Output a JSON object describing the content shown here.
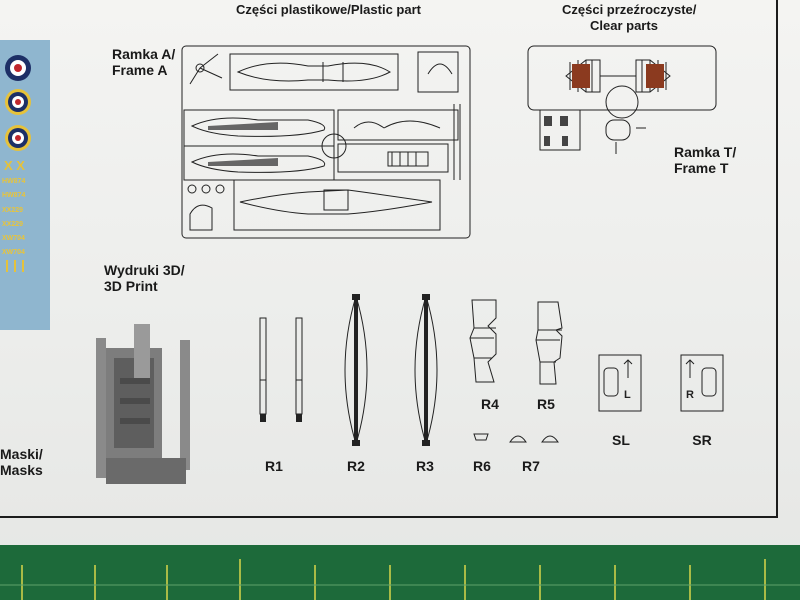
{
  "headings": {
    "plastic_part": "Części plastikowe/Plastic part",
    "clear_parts_line1": "Części przeźroczyste/",
    "clear_parts_line2": "Clear parts"
  },
  "frames": {
    "frame_a_line1": "Ramka A/",
    "frame_a_line2": "Frame A",
    "frame_t_line1": "Ramka T/",
    "frame_t_line2": "Frame T"
  },
  "print_section": {
    "line1": "Wydruki 3D/",
    "line2": "3D Print"
  },
  "masks_section": {
    "line1": "Maski/",
    "line2": "Masks"
  },
  "decal_strip": [
    "HW874",
    "HW874",
    "XX229",
    "XX229",
    "XW704",
    "XW704"
  ],
  "part_labels": {
    "r1": "R1",
    "r2": "R2",
    "r3": "R3",
    "r4": "R4",
    "r5": "R5",
    "r6": "R6",
    "r7": "R7",
    "sl": "SL",
    "sr": "SR"
  },
  "mask_letters": {
    "left": "L",
    "right": "R"
  },
  "colors": {
    "paper": "#efefed",
    "ink": "#1a1a1a",
    "cutting_mat": "#1d6a3a",
    "print_gray": "#6e6e6e",
    "decal_blue": "#8fb6cf"
  }
}
